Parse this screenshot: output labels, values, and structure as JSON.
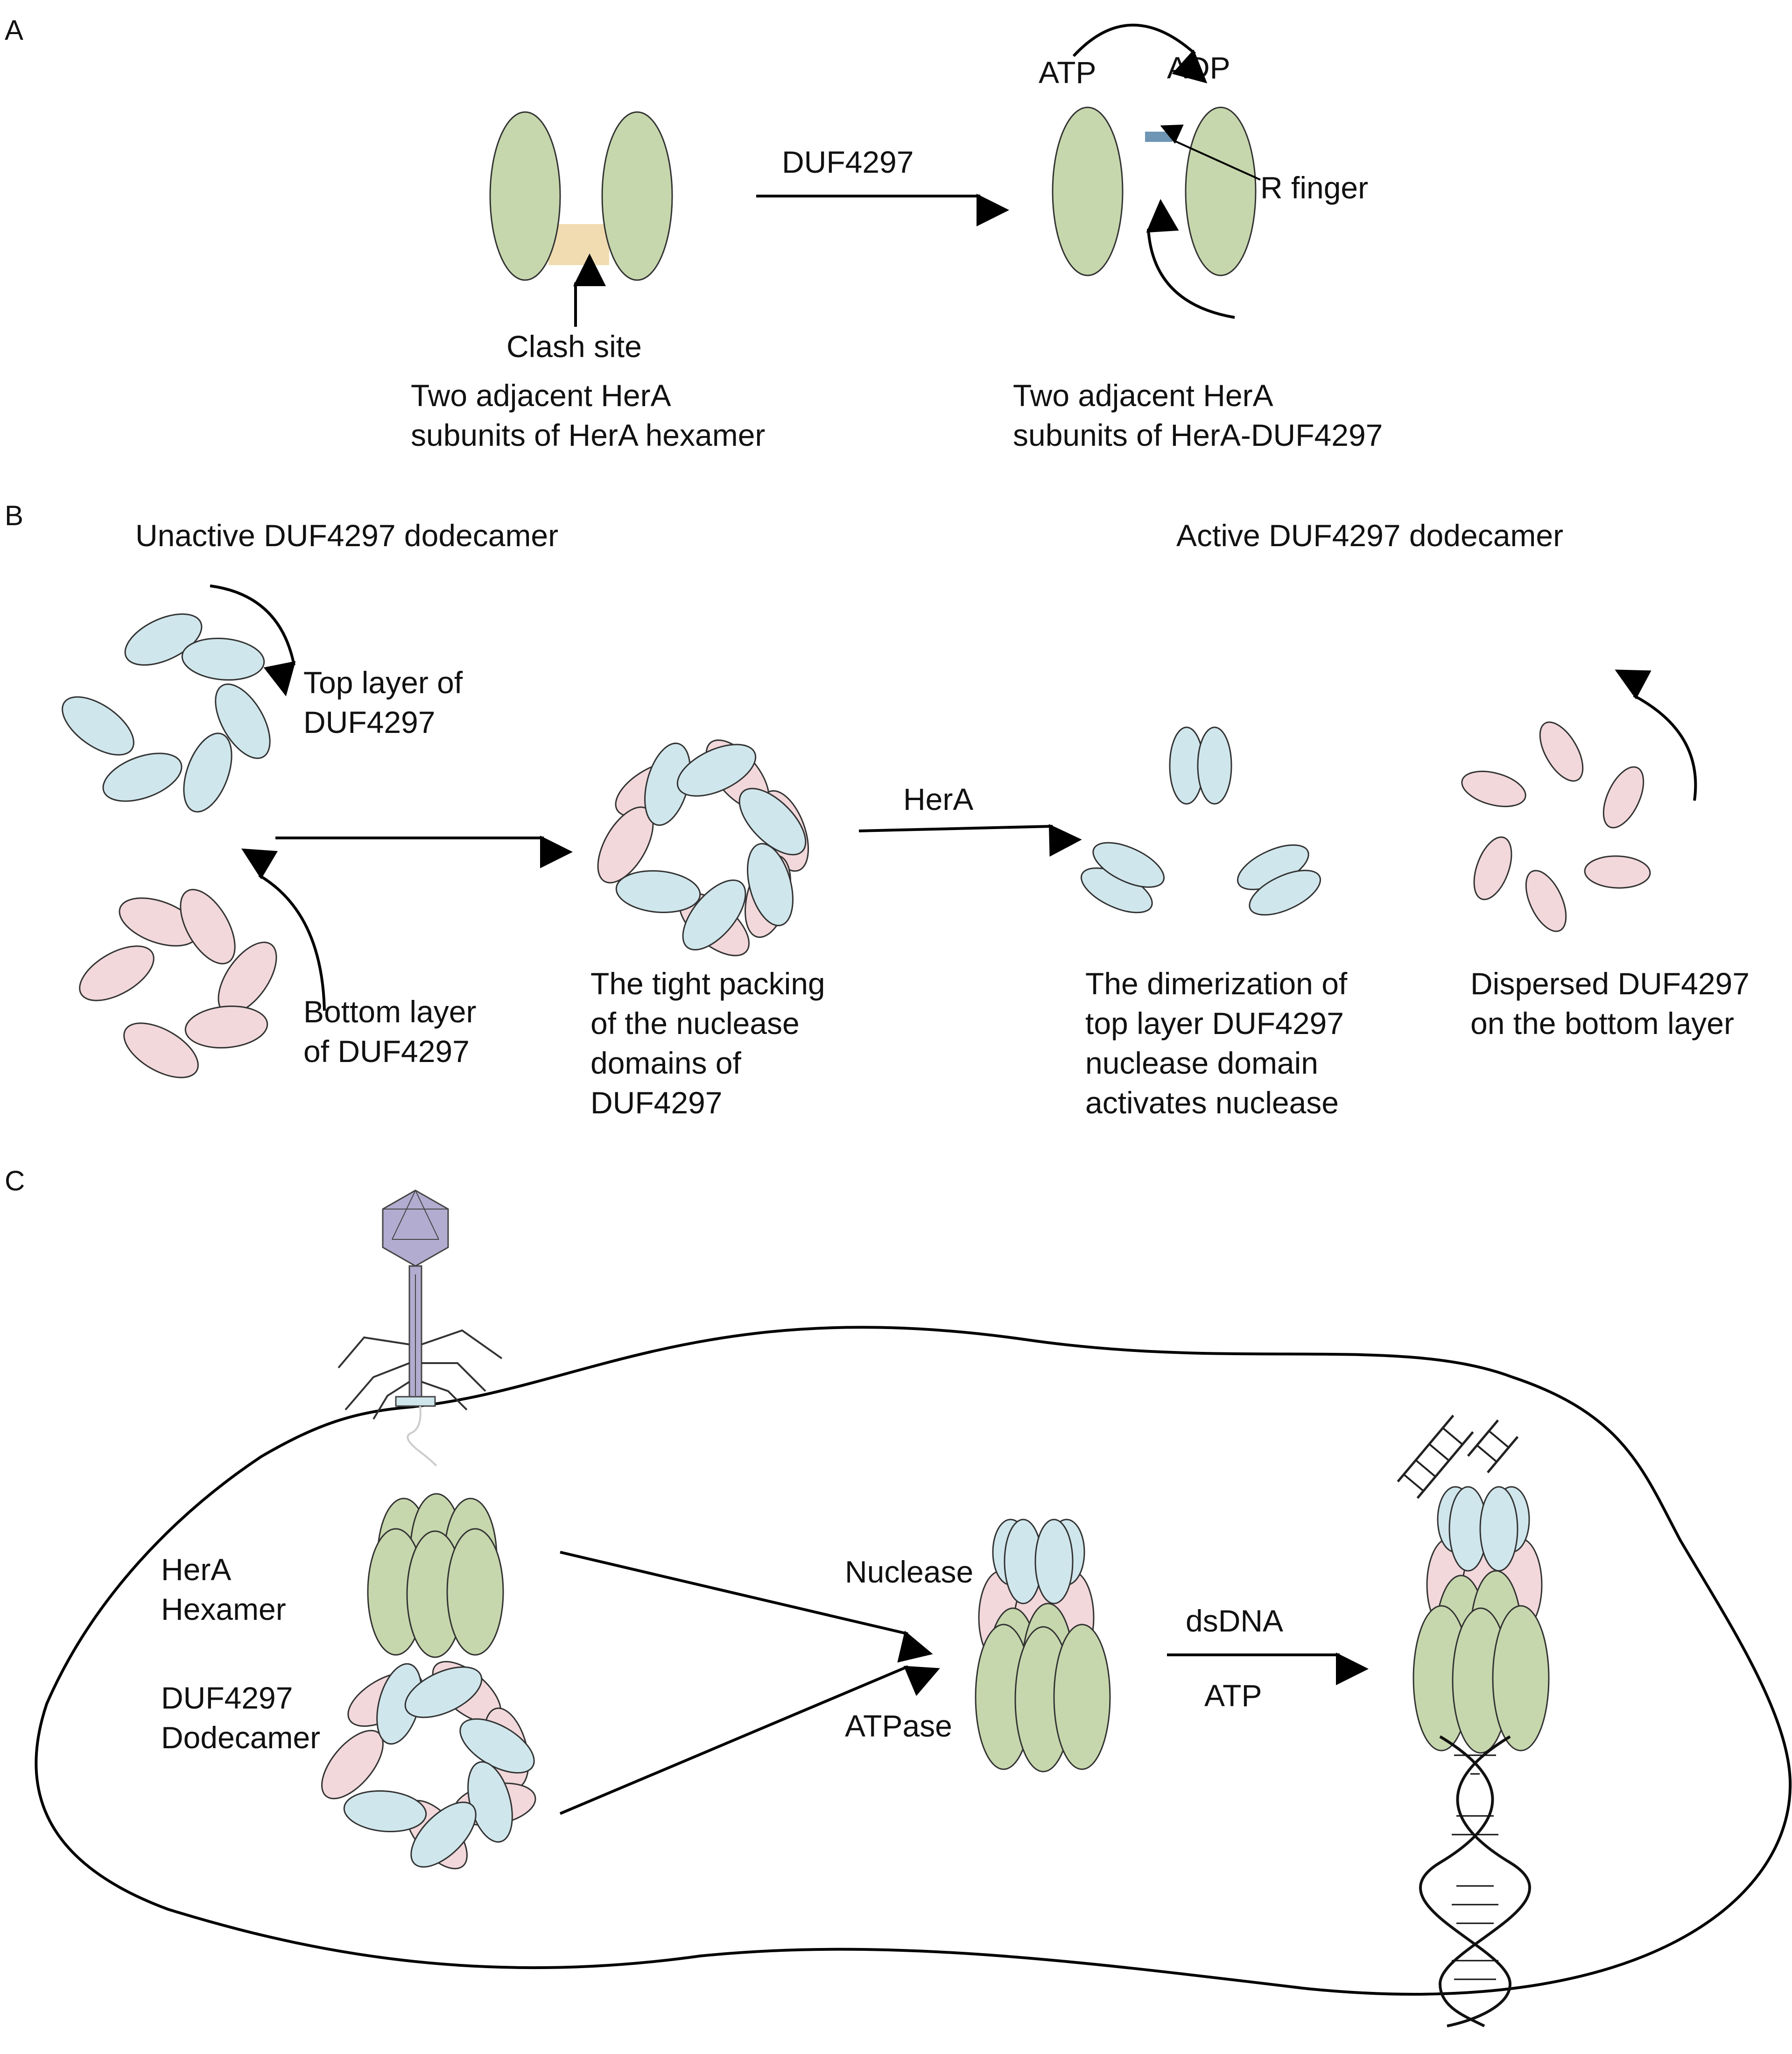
{
  "colors": {
    "herA_green": "#c7d7ad",
    "nuclease_blue": "#cfe6ec",
    "bottom_pink": "#f2d8db",
    "clash_site": "#f0dcb0",
    "r_finger": "#6e95b4",
    "phage": "#b2acd0"
  },
  "panel_a": {
    "label": "A",
    "arrow_label": "DUF4297",
    "clash_label": "Clash site",
    "left_caption": [
      "Two adjacent HerA",
      "subunits of HerA hexamer"
    ],
    "atp": "ATP",
    "adp": "ADP",
    "r_finger": "R finger",
    "right_caption": [
      "Two adjacent HerA",
      "subunits of HerA-DUF4297"
    ]
  },
  "panel_b": {
    "label": "B",
    "unactive_title": "Unactive DUF4297  dodecamer",
    "active_title": "Active DUF4297  dodecamer",
    "top_layer": [
      "Top layer of",
      "DUF4297"
    ],
    "bottom_layer": [
      "Bottom layer",
      "of DUF4297"
    ],
    "arrow_label": "HerA",
    "tight_caption": [
      "The tight packing",
      "of the nuclease",
      "domains of",
      "DUF4297"
    ],
    "dimer_caption": [
      "The dimerization of",
      "top layer DUF4297",
      "nuclease domain",
      "activates nuclease"
    ],
    "dispersed_caption": [
      "Dispersed DUF4297",
      "on the bottom layer"
    ]
  },
  "panel_c": {
    "label": "C",
    "hera": [
      "HerA",
      "Hexamer"
    ],
    "duf": [
      "DUF4297",
      "Dodecamer"
    ],
    "nuclease": "Nuclease",
    "atpase": "ATPase",
    "dsdna": "dsDNA",
    "atp": "ATP"
  }
}
